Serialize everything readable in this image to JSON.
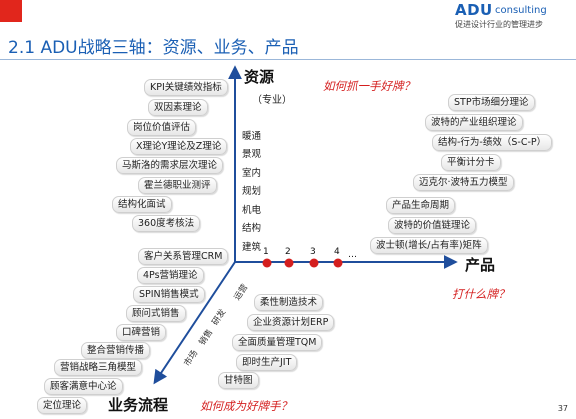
{
  "header": {
    "logo_main": "ADU",
    "logo_sub": "consulting",
    "logo_tag": "促进设计行业的管理进步",
    "title": "2.1 ADU战略三轴：资源、业务、产品"
  },
  "axes": {
    "resource_title": "资源",
    "resource_sub": "（专业）",
    "product_title": "产品",
    "process_title": "业务流程"
  },
  "notes": {
    "resource_note": "如何抓一手好牌？",
    "product_note": "打什么牌？",
    "process_note": "如何成为好牌手？"
  },
  "resource_theories": [
    "KPI关键绩效指标",
    "双因素理论",
    "岗位价值评估",
    "X理论Y理论及Z理论",
    "马斯洛的需求层次理论",
    "霍兰德职业测评",
    "结构化面试",
    "360度考核法"
  ],
  "specialties": [
    "暖通",
    "景观",
    "室内",
    "规划",
    "机电",
    "结构",
    "建筑"
  ],
  "product_theories": [
    "STP市场细分理论",
    "波特的产业组织理论",
    "结构-行为-绩效（S-C-P）",
    "平衡计分卡",
    "迈克尔·波特五力模型",
    "产品生命周期",
    "波特的价值链理论",
    "波士顿(增长/占有率)矩阵"
  ],
  "points": [
    "1",
    "2",
    "3",
    "4",
    "…"
  ],
  "process_theories": [
    "客户关系管理CRM",
    "4Ps营销理论",
    "SPIN销售模式",
    "顾问式销售",
    "口碑营销",
    "整合营销传播",
    "营销战略三角模型",
    "顾客满意中心论",
    "定位理论"
  ],
  "process_stages": [
    "运营",
    "研发",
    "销售",
    "市场"
  ],
  "operations_theories": [
    "柔性制造技术",
    "企业资源计划ERP",
    "全面质量管理TQM",
    "即时生产JIT",
    "甘特图"
  ],
  "page_number": "37",
  "colors": {
    "accent": "#e1261c",
    "title_blue": "#1a5fb4",
    "axis_blue": "#1f4e9c",
    "note_red": "#d41f1f"
  }
}
